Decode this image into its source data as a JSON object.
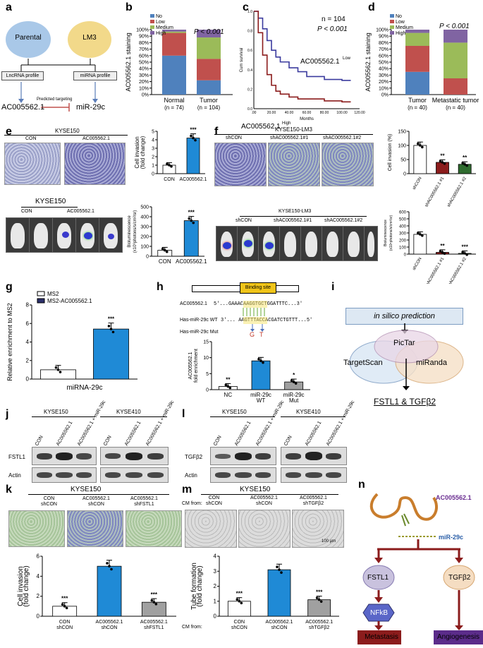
{
  "panels": {
    "a": "a",
    "b": "b",
    "c": "c",
    "d": "d",
    "e": "e",
    "f": "f",
    "g": "g",
    "h": "h",
    "i": "i",
    "j": "j",
    "k": "k",
    "l": "l",
    "m": "m",
    "n": "n"
  },
  "panel_a": {
    "parental": "Parental",
    "lm3": "LM3",
    "lncrna_profile": "LncRNA profile",
    "mirna_profile": "miRNA profile",
    "predicted": "Predicted targeting",
    "lnc": "AC005562.1",
    "mir": "miR-29c"
  },
  "panel_b": {
    "ylabel": "AC005562.1 staining",
    "pvalue": "P < 0.001",
    "legend": [
      "No",
      "Low",
      "Medium",
      "High"
    ],
    "groups": [
      {
        "name": "Normal",
        "n": "(n = 74)"
      },
      {
        "name": "Tumor",
        "n": "(n = 104)"
      }
    ],
    "ticks": [
      "0%",
      "10%",
      "20%",
      "30%",
      "40%",
      "50%",
      "60%",
      "70%",
      "80%",
      "90%",
      "100%"
    ]
  },
  "panel_c": {
    "n": "n = 104",
    "pvalue": "P < 0.001",
    "ylabel": "Cum survival",
    "xlabel": "Months",
    "low_label": "AC005562.1",
    "low_sup": "Low",
    "high_label": "AC005562.1",
    "high_sup": "High",
    "xticks": [
      ".00",
      "20.00",
      "40.00",
      "60.00",
      "80.00",
      "100.00",
      "120.00"
    ],
    "yticks": [
      "0.0",
      "0.2",
      "0.4",
      "0.6",
      "0.8",
      "1.0"
    ]
  },
  "panel_d": {
    "ylabel": "AC005562.1 staining",
    "pvalue": "P < 0.001",
    "legend": [
      "No",
      "Low",
      "Medium",
      "High"
    ],
    "groups": [
      {
        "name": "Tumor",
        "n": "(n = 40)"
      },
      {
        "name": "Metastatic tumor",
        "n": "(n = 40)"
      }
    ],
    "ticks": [
      "0%",
      "10%",
      "20%",
      "30%",
      "40%",
      "50%",
      "60%",
      "70%",
      "80%",
      "90%",
      "100%"
    ]
  },
  "panel_e": {
    "cell": "KYSE150",
    "con": "CON",
    "lnc": "AC005562.1",
    "inv_ylabel": "Cell invasion (fold change)",
    "inv_yticks": [
      "0",
      "1",
      "2",
      "3",
      "4",
      "5"
    ],
    "sig": "***",
    "biolum_ylabel": "Bioluminescence (x10⁶photons/s/cm²/sr)",
    "biolum_yticks": [
      "0",
      "100",
      "200",
      "300",
      "400",
      "500"
    ]
  },
  "panel_f": {
    "cell": "KYSE150-LM3",
    "groups": [
      "shCON",
      "shAC005562.1#1",
      "shAC005562.1#2"
    ],
    "inv_ylabel": "Cell invasion (%)",
    "inv_yticks": [
      "0",
      "50",
      "100",
      "150"
    ],
    "biolum_ylabel": "Bioluminescence (x10⁶photons/s/cm²/sr)",
    "biolum_yticks": [
      "0",
      "100",
      "200",
      "300",
      "400",
      "500",
      "600"
    ],
    "xlabels": [
      "shCON",
      "shAC005562.1 #1",
      "shAC005562.1 #2"
    ],
    "sig": [
      "**",
      "**"
    ],
    "sig_bio": [
      "**",
      "***"
    ]
  },
  "panel_g": {
    "legend": [
      "MS2",
      "MS2-AC005562.1"
    ],
    "ylabel": "Relative enrichment to MS2",
    "yticks": [
      "0",
      "2",
      "4",
      "6",
      "8"
    ],
    "xlabel": "miRNA-29c",
    "sig": "***"
  },
  "panel_h": {
    "binding": "Binding site",
    "seq1_name": "AC005562.1",
    "seq1": "5'...GAAACAAGGTGCTGGATTTC...3'",
    "seq2_name": "Has-miR-29c WT",
    "seq2": "3'... AAGTTTACCACGATCTGTTT...5'",
    "seq3_name": "Has-miR-29c Mut",
    "mut": [
      "G",
      "T"
    ],
    "ylabel": "AC005562.1 fold enrichment",
    "yticks": [
      "0",
      "5",
      "10",
      "15"
    ],
    "xlabels": [
      "NC",
      "miR-29c WT",
      "miR-29c Mut"
    ],
    "sig": [
      "**",
      "*"
    ]
  },
  "panel_i": {
    "title": "in silico prediction",
    "circles": [
      "PicTar",
      "TargetScan",
      "miRanda"
    ],
    "result": "FSTL1 & TGFβ2"
  },
  "panel_j": {
    "cells": [
      "KYSE150",
      "KYSE410"
    ],
    "lanes": [
      "CON",
      "AC005562.1",
      "AC005562.1 + miR-29c"
    ],
    "rows": [
      "FSTL1",
      "Actin"
    ]
  },
  "panel_l": {
    "cells": [
      "KYSE150",
      "KYSE410"
    ],
    "lanes": [
      "CON",
      "AC005562.1",
      "AC005562.1 + miR-29c"
    ],
    "rows": [
      "TGFβ2",
      "Actin"
    ]
  },
  "panel_k": {
    "cell": "KYSE150",
    "groups": [
      [
        "CON",
        "shCON"
      ],
      [
        "AC005562.1",
        "shCON"
      ],
      [
        "AC005562.1",
        "shFSTL1"
      ]
    ],
    "ylabel": "Cell invasion (fold change)",
    "yticks": [
      "0",
      "2",
      "4",
      "6"
    ],
    "sig": [
      "***",
      "***"
    ]
  },
  "panel_m": {
    "cell": "KYSE150",
    "cm_from": "CM from:",
    "groups": [
      [
        "CON",
        "shCON"
      ],
      [
        "AC005562.1",
        "shCON"
      ],
      [
        "AC005562.1",
        "shTGFβ2"
      ]
    ],
    "scale": "100 μm",
    "ylabel": "Tube formation (fold change)",
    "yticks": [
      "0",
      "1",
      "2",
      "3",
      "4"
    ],
    "sig": [
      "***",
      "***"
    ]
  },
  "panel_n": {
    "lnc": "AC005562.1",
    "mir": "miR-29c",
    "fstl1": "FSTL1",
    "tgfb2": "TGFβ2",
    "nfkb": "NFkB",
    "metastasis": "Metastasis",
    "angiogenesis": "Angiogenesis"
  },
  "colors": {
    "no": "#4f81bd",
    "low": "#c0504d",
    "medium": "#9bbb59",
    "high": "#8064a2",
    "blue_bar": "#1f8ad6",
    "gray_bar": "#a0a0a0",
    "dark_red": "#8b1c1c",
    "dark_green": "#2e6b2e",
    "navy": "#2b2f6b",
    "purple_box": "#5b2c8a"
  },
  "chart_data": [
    {
      "type": "bar",
      "panel": "b",
      "stacked": true,
      "categories": [
        "Normal (n = 74)",
        "Tumor (n = 104)"
      ],
      "series": [
        {
          "name": "No",
          "values": [
            60,
            22
          ]
        },
        {
          "name": "Low",
          "values": [
            35,
            33
          ]
        },
        {
          "name": "Medium",
          "values": [
            2,
            33
          ]
        },
        {
          "name": "High",
          "values": [
            3,
            12
          ]
        }
      ],
      "ylabel": "AC005562.1 staining",
      "ylim": [
        0,
        100
      ]
    },
    {
      "type": "line",
      "panel": "c",
      "xlabel": "Months",
      "ylabel": "Cum survival",
      "xlim": [
        0,
        120
      ],
      "ylim": [
        0,
        1
      ],
      "series": [
        {
          "name": "AC005562.1 Low",
          "x": [
            0,
            5,
            10,
            15,
            20,
            25,
            30,
            40,
            50,
            60,
            80,
            100,
            110
          ],
          "y": [
            1.0,
            0.93,
            0.82,
            0.7,
            0.6,
            0.53,
            0.48,
            0.42,
            0.38,
            0.33,
            0.3,
            0.29,
            0.29
          ]
        },
        {
          "name": "AC005562.1 High",
          "x": [
            0,
            5,
            10,
            15,
            20,
            25,
            30,
            40,
            50,
            60,
            80,
            100,
            110
          ],
          "y": [
            1.0,
            0.78,
            0.55,
            0.35,
            0.24,
            0.18,
            0.15,
            0.12,
            0.1,
            0.1,
            0.08,
            0.07,
            0.07
          ]
        }
      ]
    },
    {
      "type": "bar",
      "panel": "d",
      "stacked": true,
      "categories": [
        "Tumor (n = 40)",
        "Metastatic tumor (n = 40)"
      ],
      "series": [
        {
          "name": "No",
          "values": [
            35,
            0
          ]
        },
        {
          "name": "Low",
          "values": [
            40,
            25
          ]
        },
        {
          "name": "Medium",
          "values": [
            20,
            55
          ]
        },
        {
          "name": "High",
          "values": [
            5,
            20
          ]
        }
      ],
      "ylabel": "AC005562.1 staining",
      "ylim": [
        0,
        100
      ]
    },
    {
      "type": "bar",
      "panel": "e-invasion",
      "categories": [
        "CON",
        "AC005562.1"
      ],
      "values": [
        1.0,
        4.2
      ],
      "ylim": [
        0,
        5
      ]
    },
    {
      "type": "bar",
      "panel": "e-biolum",
      "categories": [
        "CON",
        "AC005562.1"
      ],
      "values": [
        60,
        360
      ],
      "ylim": [
        0,
        500
      ]
    },
    {
      "type": "bar",
      "panel": "f-invasion",
      "categories": [
        "shCON",
        "shAC005562.1 #1",
        "shAC005562.1 #2"
      ],
      "values": [
        100,
        40,
        33
      ],
      "ylim": [
        0,
        150
      ]
    },
    {
      "type": "bar",
      "panel": "f-biolum",
      "categories": [
        "shCON",
        "shAC005562.1 #1",
        "shAC005562.1 #2"
      ],
      "values": [
        280,
        25,
        10
      ],
      "ylim": [
        0,
        600
      ]
    },
    {
      "type": "bar",
      "panel": "g",
      "categories": [
        "MS2",
        "MS2-AC005562.1"
      ],
      "values": [
        1.0,
        5.4
      ],
      "ylim": [
        0,
        8
      ],
      "xlabel": "miRNA-29c"
    },
    {
      "type": "bar",
      "panel": "h",
      "categories": [
        "NC",
        "miR-29c WT",
        "miR-29c Mut"
      ],
      "values": [
        1.0,
        9.0,
        2.4
      ],
      "ylim": [
        0,
        15
      ]
    },
    {
      "type": "bar",
      "panel": "k",
      "categories": [
        "CON shCON",
        "AC005562.1 shCON",
        "AC005562.1 shFSTL1"
      ],
      "values": [
        1.0,
        5.0,
        1.4
      ],
      "ylim": [
        0,
        6
      ]
    },
    {
      "type": "bar",
      "panel": "m",
      "categories": [
        "CON shCON",
        "AC005562.1 shCON",
        "AC005562.1 shTGFβ2"
      ],
      "values": [
        1.0,
        3.1,
        1.1
      ],
      "ylim": [
        0,
        4
      ]
    }
  ]
}
